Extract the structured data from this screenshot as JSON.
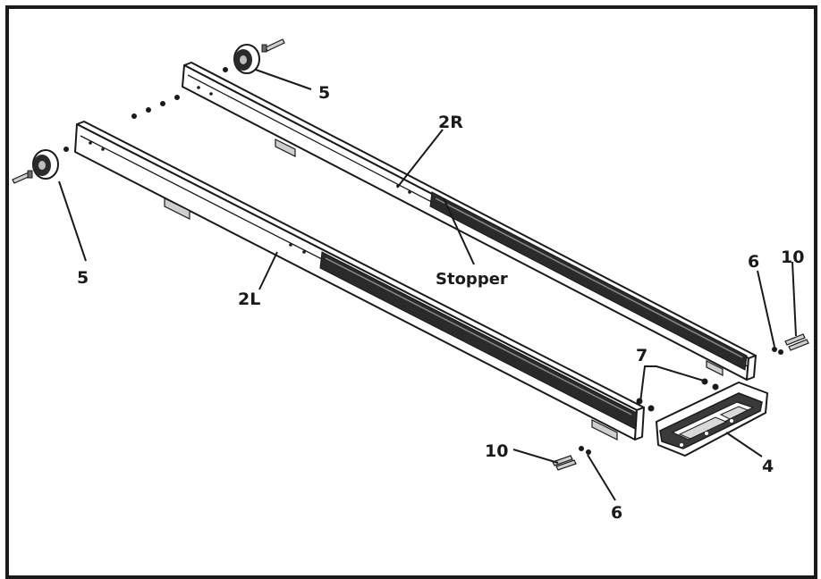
{
  "labels": {
    "wheel_left": "5",
    "wheel_right": "5",
    "rail_right": "2R",
    "rail_left": "2L",
    "stopper": "Stopper",
    "bolt_right": "10",
    "nut_right": "6",
    "washer": "7",
    "end_cap": "4",
    "bolt_left": "10",
    "nut_left": "6"
  }
}
